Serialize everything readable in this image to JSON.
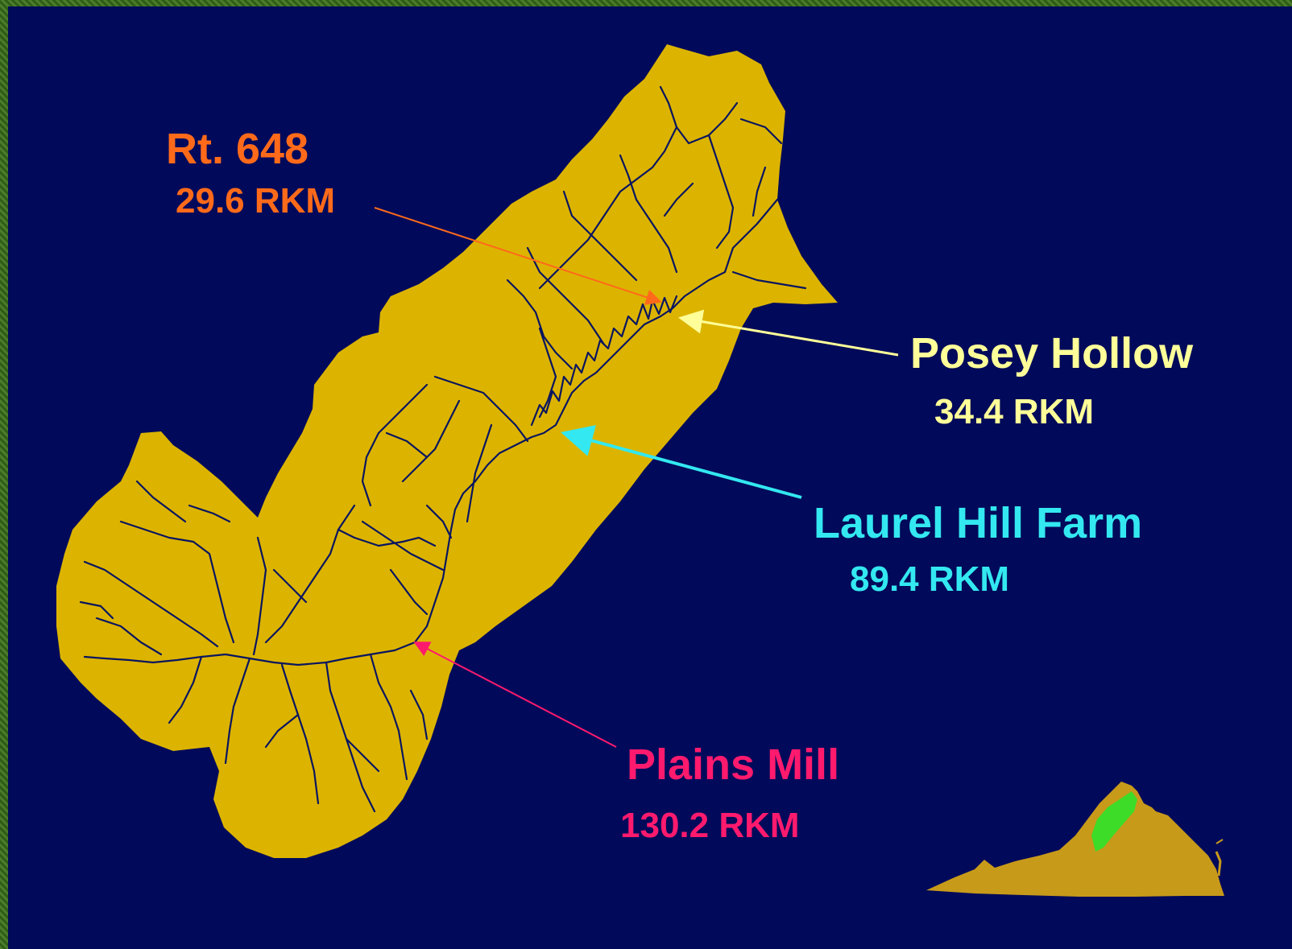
{
  "sites": [
    {
      "id": "rt648",
      "name": "Rt. 648",
      "distance": "29.6 RKM",
      "color": "#ff6a1a"
    },
    {
      "id": "posey",
      "name": "Posey Hollow",
      "distance": "34.4 RKM",
      "color": "#ffff99"
    },
    {
      "id": "laurel",
      "name": "Laurel Hill Farm",
      "distance": "89.4 RKM",
      "color": "#33e8f0"
    },
    {
      "id": "plains",
      "name": "Plains Mill",
      "distance": "130.2 RKM",
      "color": "#ff1a6e"
    }
  ],
  "colors": {
    "background": "#010a5a",
    "watershed": "#dcb400",
    "streams": "#0a1560",
    "inset_state": "#c89a1a",
    "inset_highlight": "#3cdc28"
  },
  "inset": {
    "region": "Virginia"
  }
}
